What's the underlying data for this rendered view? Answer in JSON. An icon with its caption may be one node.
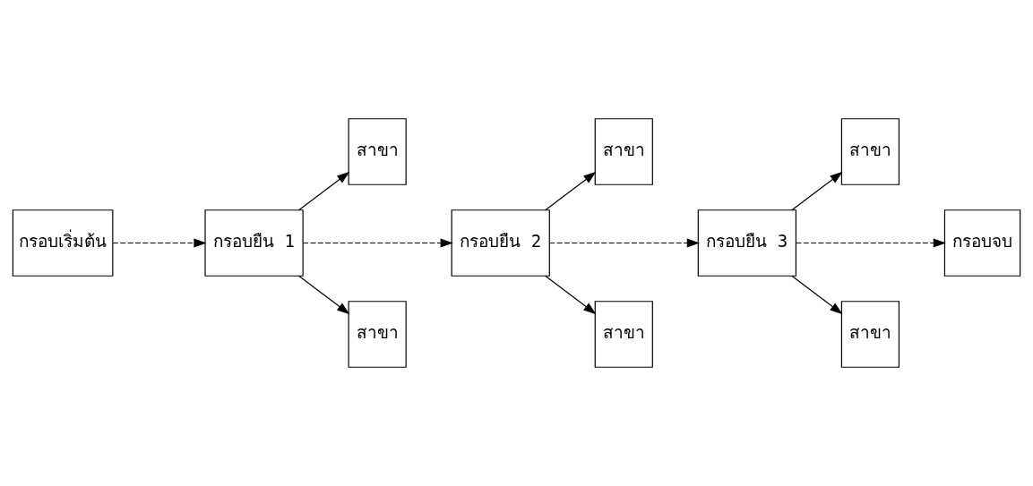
{
  "diagram": {
    "nodes": [
      {
        "text": [
          "สาขา"
        ]
      },
      {
        "text": [
          "สาขา"
        ]
      },
      {
        "text": [
          "สาขา"
        ]
      },
      {
        "text": [
          "กรอบเริ่มต้น"
        ]
      },
      {
        "text": [
          "กรอบยืน 1"
        ]
      },
      {
        "text": [
          "กรอบยืน 2"
        ]
      },
      {
        "text": [
          "กรอบยืน 3"
        ]
      },
      {
        "text": [
          "กรอบจบ"
        ]
      },
      {
        "text": [
          "สาขา"
        ]
      },
      {
        "text": [
          "สาขา"
        ]
      },
      {
        "text": [
          "สาขา"
        ]
      }
    ],
    "edges": [
      {
        "from": 3,
        "to": 4,
        "arrow": "to",
        "style": "dashed"
      },
      {
        "from": 4,
        "to": 0,
        "arrow": "to"
      },
      {
        "from": 4,
        "to": 8,
        "arrow": "to"
      },
      {
        "from": 4,
        "to": 5,
        "arrow": "to",
        "style": "dashed"
      },
      {
        "from": 5,
        "to": 1,
        "arrow": "to"
      },
      {
        "from": 5,
        "to": 9,
        "arrow": "to"
      },
      {
        "from": 5,
        "to": 6,
        "arrow": "to",
        "style": "dashed"
      },
      {
        "from": 6,
        "to": 2,
        "arrow": "to"
      },
      {
        "from": 6,
        "to": 10,
        "arrow": "to"
      },
      {
        "from": 6,
        "to": 7,
        "arrow": "to",
        "style": "dashed"
      }
    ]
  }
}
